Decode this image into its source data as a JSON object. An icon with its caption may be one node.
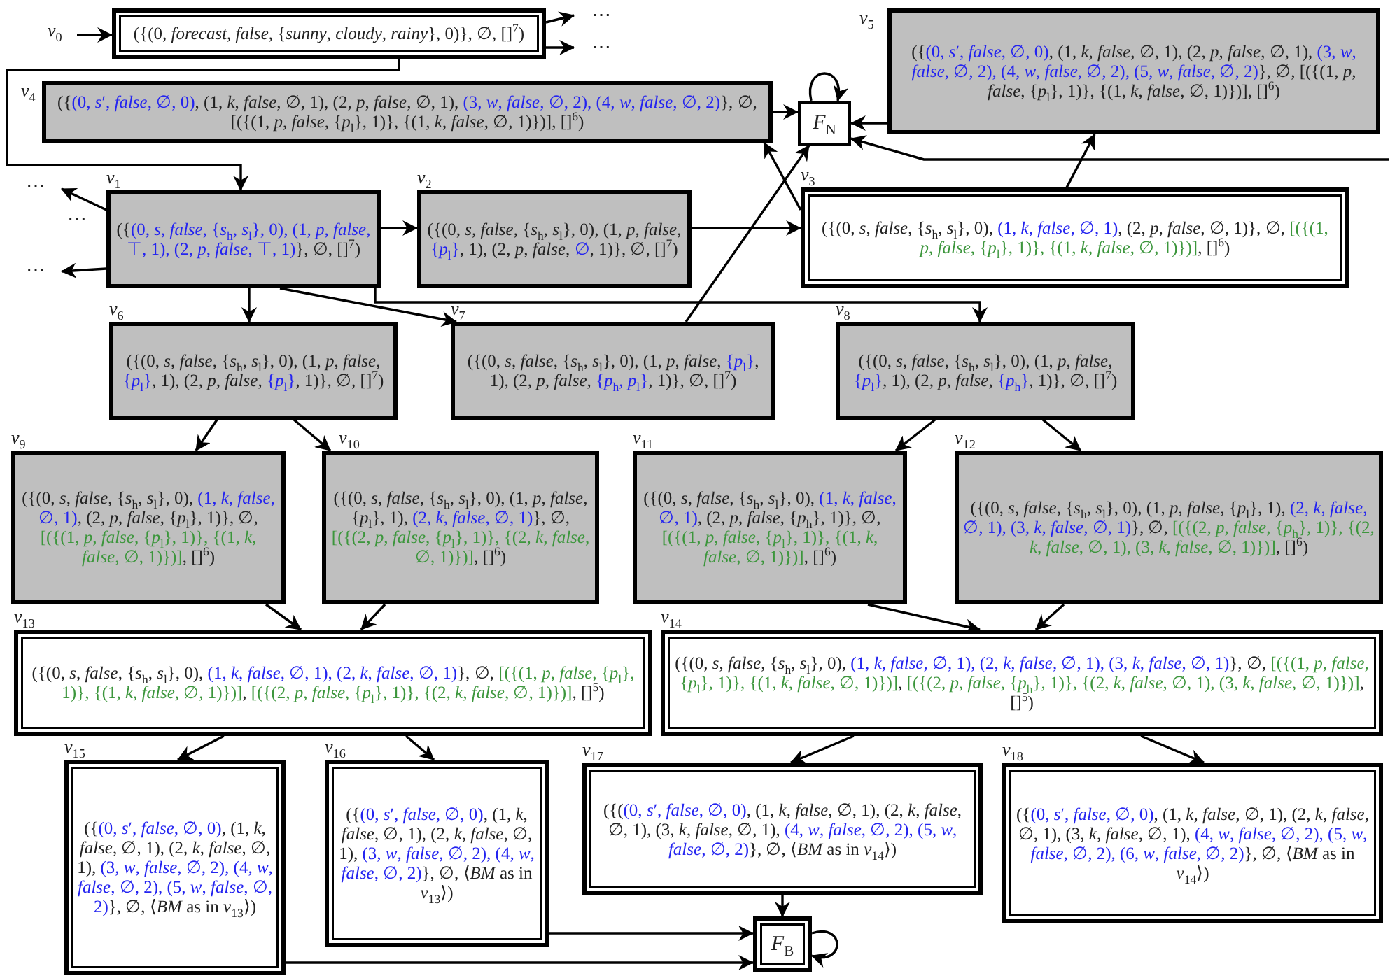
{
  "diagram": {
    "nodes": [
      {
        "text": [
          "*v*$_{0}$",
          "({(0, *forecast*, *false*, {*sunny*, *cloudy*, *rainy*}, 0)}, ∅, []$^{7}$)"
        ]
      },
      {
        "text": [
          "⋯"
        ]
      },
      {
        "text": [
          "⋯"
        ]
      },
      {
        "text": [
          "*v*$_{5}$",
          "({",
          "(0, *s*′, *false*, ∅, 0)",
          ", (1, *k*, *false*, ∅, 1), (2, *p*, *false*, ∅, 1),",
          "(3, *w*, *false*, ∅, 2), (4, *w*, *false*, ∅, 2), (5, *w*, *false*, ∅, 2)",
          "}, ∅, [({(1, *p*, *false*, {*p*$_{l}$}, 1)}, {(1, *k*, *false*, ∅, 1)})], []$^{6}$)"
        ]
      },
      {
        "text": [
          "*F*$_{N}$"
        ]
      },
      {
        "text": [
          "*v*$_{4}$",
          "({",
          "(0, *s*′, *false*, ∅, 0)",
          ", (1, *k*, *false*, ∅, 1), (2, *p*, *false*, ∅, 1),",
          "(3, *w*, *false*, ∅, 2), (4, *w*, *false*, ∅, 2)",
          "}, ∅, [({(1, *p*, *false*, {*p*$_{l}$}, 1)}, {(1, *k*, *false*, ∅, 1)})], []$^{6}$)"
        ]
      },
      {
        "text": [
          "⋯"
        ]
      },
      {
        "text": [
          "*v*$_{1}$",
          "({",
          "(0, *s*, *false*, {*s*$_{h}$, *s*$_{l}$}, 0), (1, *p*, *false*, ⊤, 1), (2, *p*, *false*, ⊤, 1)",
          "}, ∅, []$^{7}$)"
        ]
      },
      {
        "text": [
          "*v*$_{2}$",
          "({(0, *s*, *false*, {*s*$_{h}$, *s*$_{l}$}, 0), (1, *p*, *false*,",
          "{*p*$_{l}$}",
          ", 1), (2, *p*, *false*,",
          "∅",
          ", 1)}, ∅, []$^{7}$)"
        ]
      },
      {
        "text": [
          "*v*$_{3}$",
          "({(0, *s*, *false*, {*s*$_{h}$, *s*$_{l}$}, 0),",
          "(1, *k*, *false*, ∅, 1)",
          ", (2, *p*, *false*, ∅, 1)}, ∅,",
          "[({(1, *p*, *false*, {*p*$_{l}$}, 1)}, {(1, *k*, *false*, ∅, 1)})]",
          ", []$^{6}$)"
        ]
      },
      {
        "text": [
          "⋯"
        ]
      },
      {
        "text": [
          "*v*$_{6}$",
          "({(0, *s*, *false*, {*s*$_{h}$, *s*$_{l}$}, 0), (1, *p*, *false*,",
          "{*p*$_{l}$}",
          ", 1), (2, *p*, *false*,",
          "{*p*$_{l}$}",
          ", 1)}, ∅, []$^{7}$)"
        ]
      },
      {
        "text": [
          "*v*$_{7}$",
          "({(0, *s*, *false*, {*s*$_{h}$, *s*$_{l}$}, 0), (1, *p*, *false*,",
          "{*p*$_{l}$}",
          ", 1), (2, *p*, *false*,",
          "{*p*$_{h}$, *p*$_{l}$}",
          ", 1)}, ∅, []$^{7}$)"
        ]
      },
      {
        "text": [
          "*v*$_{8}$",
          "({(0, *s*, *false*, {*s*$_{h}$, *s*$_{l}$}, 0), (1, *p*, *false*,",
          "{*p*$_{l}$}",
          ", 1), (2, *p*, *false*,",
          "{*p*$_{h}$}",
          ", 1)}, ∅, []$^{7}$)"
        ]
      },
      {
        "text": [
          "*v*$_{9}$",
          "({(0, *s*, *false*, {*s*$_{h}$, *s*$_{l}$}, 0),",
          "(1, *k*, *false*, ∅, 1)",
          ", (2, *p*, *false*, {*p*$_{l}$}, 1)}, ∅,",
          "[({(1, *p*, *false*, {*p*$_{l}$}, 1)}, {(1, *k*, *false*, ∅, 1)})]",
          ", []$^{6}$)"
        ]
      },
      {
        "text": [
          "*v*$_{10}$",
          "({(0, *s*, *false*, {*s*$_{h}$, *s*$_{l}$}, 0), (1, *p*, *false*, {*p*$_{l}$}, 1),",
          "(2, *k*, *false*, ∅, 1)",
          "}, ∅,",
          "[({(2, *p*, *false*, {*p*$_{l}$}, 1)}, {(2, *k*, *false*, ∅, 1)})]",
          ", []$^{6}$)"
        ]
      },
      {
        "text": [
          "*v*$_{11}$",
          "({(0, *s*, *false*, {*s*$_{h}$, *s*$_{l}$}, 0),",
          "(1, *k*, *false*, ∅, 1)",
          ", (2, *p*, *false*, {*p*$_{h}$}, 1)}, ∅,",
          "[({(1, *p*, *false*, {*p*$_{l}$}, 1)}, {(1, *k*, *false*, ∅, 1)})]",
          ", []$^{6}$)"
        ]
      },
      {
        "text": [
          "*v*$_{12}$",
          "({(0, *s*, *false*, {*s*$_{h}$, *s*$_{l}$}, 0), (1, *p*, *false*, {*p*$_{l}$}, 1),",
          "(2, *k*, *false*, ∅, 1), (3, *k*, *false*, ∅, 1)",
          "}, ∅,",
          "[({(2, *p*, *false*, {*p*$_{h}$}, 1)}, {(2, *k*, *false*, ∅, 1), (3, *k*, *false*, ∅, 1)})]",
          ", []$^{6}$)"
        ]
      },
      {
        "text": [
          "*v*$_{13}$",
          "({(0, *s*, *false*, {*s*$_{h}$, *s*$_{l}$}, 0),",
          "(1, *k*, *false*, ∅, 1), (2, *k*, *false*, ∅, 1)",
          "}, ∅,",
          "[({(1, *p*, *false*, {*p*$_{l}$}, 1)}, {(1, *k*, *false*, ∅, 1)})]",
          ",",
          "[({(2, *p*, *false*, {*p*$_{l}$}, 1)}, {(2, *k*, *false*, ∅, 1)})]",
          ", []$^{5}$)"
        ]
      },
      {
        "text": [
          "*v*$_{14}$",
          "({(0, *s*, *false*, {*s*$_{h}$, *s*$_{l}$}, 0),",
          "(1, *k*, *false*, ∅, 1), (2, *k*, *false*, ∅, 1), (3, *k*, *false*, ∅, 1)",
          "}, ∅,",
          "[({(1, *p*, *false*, {*p*$_{l}$}, 1)}, {(1, *k*, *false*, ∅, 1)})]",
          ",",
          "[({(2, *p*, *false*, {*p*$_{h}$}, 1)}, {(2, *k*, *false*, ∅, 1), (3, *k*, *false*, ∅, 1)})]",
          ", []$^{5}$)"
        ]
      },
      {
        "text": [
          "*v*$_{15}$",
          "({",
          "(0, *s*′, *false*, ∅, 0)",
          ", (1, *k*, *false*, ∅, 1), (2, *k*, *false*, ∅, 1),",
          "(3, *w*, *false*, ∅, 2), (4, *w*, *false*, ∅, 2), (5, *w*, *false*, ∅, 2)",
          "}, ∅, ⟨*BM* as in *v*$_{13}$⟩)"
        ]
      },
      {
        "text": [
          "*v*$_{16}$",
          "({",
          "(0, *s*′, *false*, ∅, 0)",
          ", (1, *k*, *false*, ∅, 1), (2, *k*, *false*, ∅, 1),",
          "(3, *w*, *false*, ∅, 2), (4, *w*, *false*, ∅, 2)",
          "}, ∅, ⟨*BM* as in *v*$_{13}$⟩)"
        ]
      },
      {
        "text": [
          "*v*$_{17}$",
          "({(",
          "(0, *s*′, *false*, ∅, 0)",
          ", (1, *k*, *false*, ∅, 1), (2, *k*, *false*, ∅, 1), (3, *k*, *false*, ∅, 1),",
          "(4, *w*, *false*, ∅, 2), (5, *w*, *false*, ∅, 2)",
          "}, ∅, ⟨*BM* as in *v*$_{14}$⟩)"
        ]
      },
      {
        "text": [
          "*v*$_{18}$",
          "({",
          "(0, *s*′, *false*, ∅, 0)",
          ", (1, *k*, *false*, ∅, 1), (2, *k*, *false*, ∅, 1), (3, *k*, *false*, ∅, 1),",
          "(4, *w*, *false*, ∅, 2), (5, *w*, *false*, ∅, 2), (6, *w*, *false*, ∅, 2)",
          "}, ∅, ⟨*BM* as in *v*$_{14}$⟩)"
        ]
      },
      {
        "text": [
          "*F*$_{B}$"
        ]
      }
    ],
    "edges": [
      {
        "from": null,
        "to": 0,
        "arrow": "to"
      },
      {
        "from": 0,
        "to": 1,
        "arrow": "to"
      },
      {
        "from": 0,
        "to": 2,
        "arrow": "to"
      },
      {
        "from": 0,
        "to": 7,
        "arrow": "to"
      },
      {
        "from": 5,
        "to": 4,
        "arrow": "to"
      },
      {
        "from": 4,
        "to": 4,
        "arrow": "to"
      },
      {
        "from": 3,
        "to": 4,
        "arrow": "to"
      },
      {
        "from": null,
        "to": 4,
        "arrow": "to"
      },
      {
        "from": 9,
        "to": 5,
        "arrow": "to"
      },
      {
        "from": 12,
        "to": 4,
        "arrow": "to"
      },
      {
        "from": 9,
        "to": 3,
        "arrow": "to"
      },
      {
        "from": 7,
        "to": 8,
        "arrow": "to"
      },
      {
        "from": 8,
        "to": 9,
        "arrow": "to"
      },
      {
        "from": 7,
        "to": 6,
        "arrow": "to"
      },
      {
        "from": 7,
        "to": 10,
        "arrow": "to"
      },
      {
        "from": 7,
        "to": 11,
        "arrow": "to"
      },
      {
        "from": 7,
        "to": 12,
        "arrow": "to"
      },
      {
        "from": 7,
        "to": 13,
        "arrow": "to"
      },
      {
        "from": 11,
        "to": 14,
        "arrow": "to"
      },
      {
        "from": 11,
        "to": 15,
        "arrow": "to"
      },
      {
        "from": 13,
        "to": 16,
        "arrow": "to"
      },
      {
        "from": 13,
        "to": 17,
        "arrow": "to"
      },
      {
        "from": 14,
        "to": 18,
        "arrow": "to"
      },
      {
        "from": 15,
        "to": 18,
        "arrow": "to"
      },
      {
        "from": 16,
        "to": 19,
        "arrow": "to"
      },
      {
        "from": 17,
        "to": 19,
        "arrow": "to"
      },
      {
        "from": 18,
        "to": 20,
        "arrow": "to"
      },
      {
        "from": 18,
        "to": 21,
        "arrow": "to"
      },
      {
        "from": 19,
        "to": 22,
        "arrow": "to"
      },
      {
        "from": 19,
        "to": 23,
        "arrow": "to"
      },
      {
        "from": 22,
        "to": 24,
        "arrow": "to"
      },
      {
        "from": 21,
        "to": 24,
        "arrow": "to"
      },
      {
        "from": 20,
        "to": 24,
        "arrow": "to"
      },
      {
        "from": 24,
        "to": 24,
        "arrow": "to"
      }
    ],
    "labels": [
      "⋯"
    ]
  }
}
